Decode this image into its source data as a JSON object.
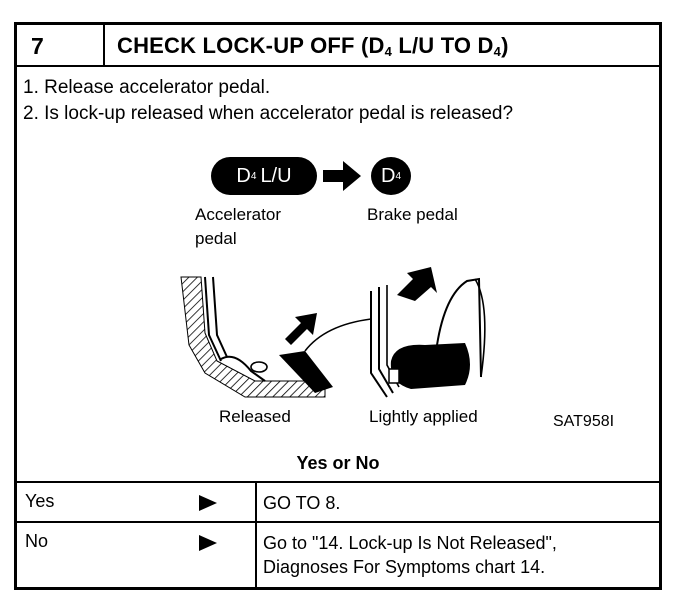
{
  "step": {
    "number": "7",
    "title_main": "CHECK LOCK-UP OFF (D",
    "title_sub1": "4",
    "title_mid": " L/U TO D",
    "title_sub2": "4",
    "title_end": ")"
  },
  "instructions": [
    "1. Release accelerator pedal.",
    "2. Is lock-up released when accelerator pedal is released?"
  ],
  "diagram": {
    "from_badge_main": "D",
    "from_badge_sub": "4",
    "from_badge_rest": "L/U",
    "to_badge_main": "D",
    "to_badge_sub": "4",
    "left_label_line1": "Accelerator",
    "left_label_line2": "pedal",
    "right_label": "Brake pedal",
    "left_state": "Released",
    "right_state": "Lightly applied",
    "ref_code": "SAT958I"
  },
  "question": "Yes or No",
  "answers": [
    {
      "answer": "Yes",
      "action_lines": [
        "GO TO 8."
      ]
    },
    {
      "answer": "No",
      "action_lines": [
        "Go to \"14. Lock-up Is Not Released\",",
        "Diagnoses For Symptoms chart 14."
      ]
    }
  ]
}
